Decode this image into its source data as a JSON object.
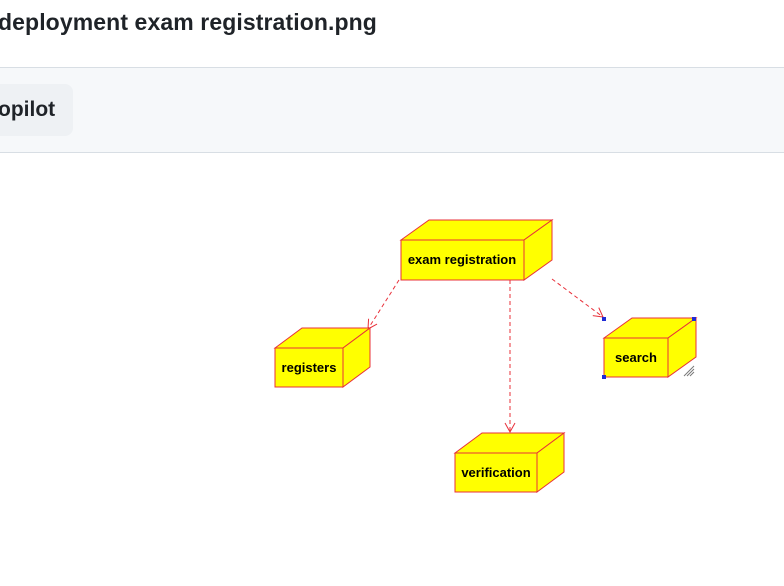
{
  "header": {
    "file_title": "deployment exam registration.png"
  },
  "toolbar": {
    "copilot_label": "opilot"
  },
  "diagram": {
    "nodes": {
      "exam_registration": "exam registration",
      "registers": "registers",
      "search": "search",
      "verification": "verification"
    },
    "colors": {
      "node_fill": "#ffff00",
      "node_stroke": "#e8303a",
      "edge": "#e8303a"
    }
  }
}
